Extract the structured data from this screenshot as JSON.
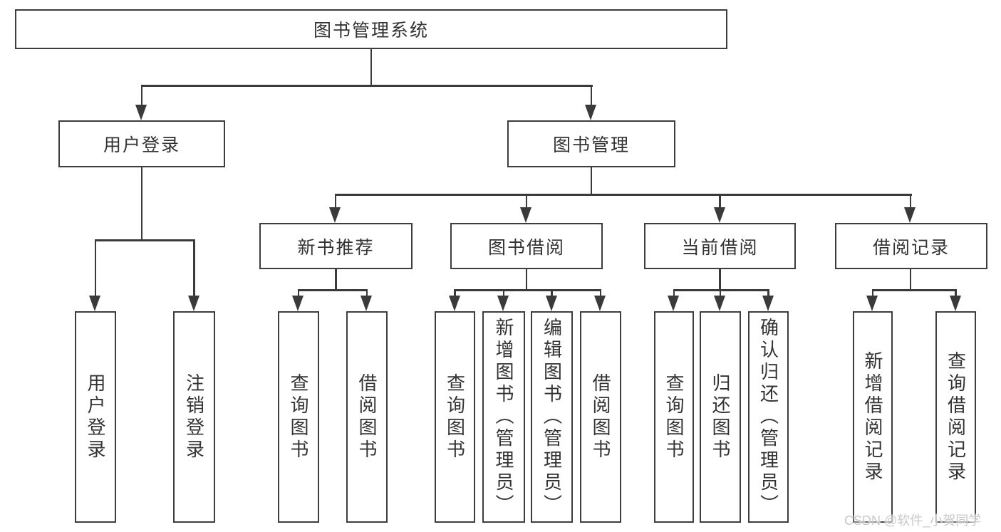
{
  "diagram": {
    "root": "图书管理系统",
    "level2": {
      "user_login": "用户登录",
      "book_management": "图书管理"
    },
    "level3": {
      "new_book_recommend": "新书推荐",
      "book_borrowing": "图书借阅",
      "current_borrowing": "当前借阅",
      "borrowing_records": "借阅记录"
    },
    "leaves": {
      "user_login": [
        "用户登录",
        "注销登录"
      ],
      "new_book_recommend": [
        "查询图书",
        "借阅图书"
      ],
      "book_borrowing": [
        "查询图书",
        "新增图书（管理员）",
        "编辑图书（管理员）",
        "借阅图书"
      ],
      "current_borrowing": [
        "查询图书",
        "归还图书",
        "确认归还（管理员）"
      ],
      "borrowing_records": [
        "新增借阅记录",
        "查询借阅记录"
      ]
    }
  },
  "colors": {
    "background": "#ffffff",
    "box_border": "#3d3d3d",
    "line": "#3a3a3a",
    "text": "#333333",
    "watermark": "#c8c8c8"
  },
  "watermark": {
    "text": "CSDN @软件_小贺同学"
  }
}
